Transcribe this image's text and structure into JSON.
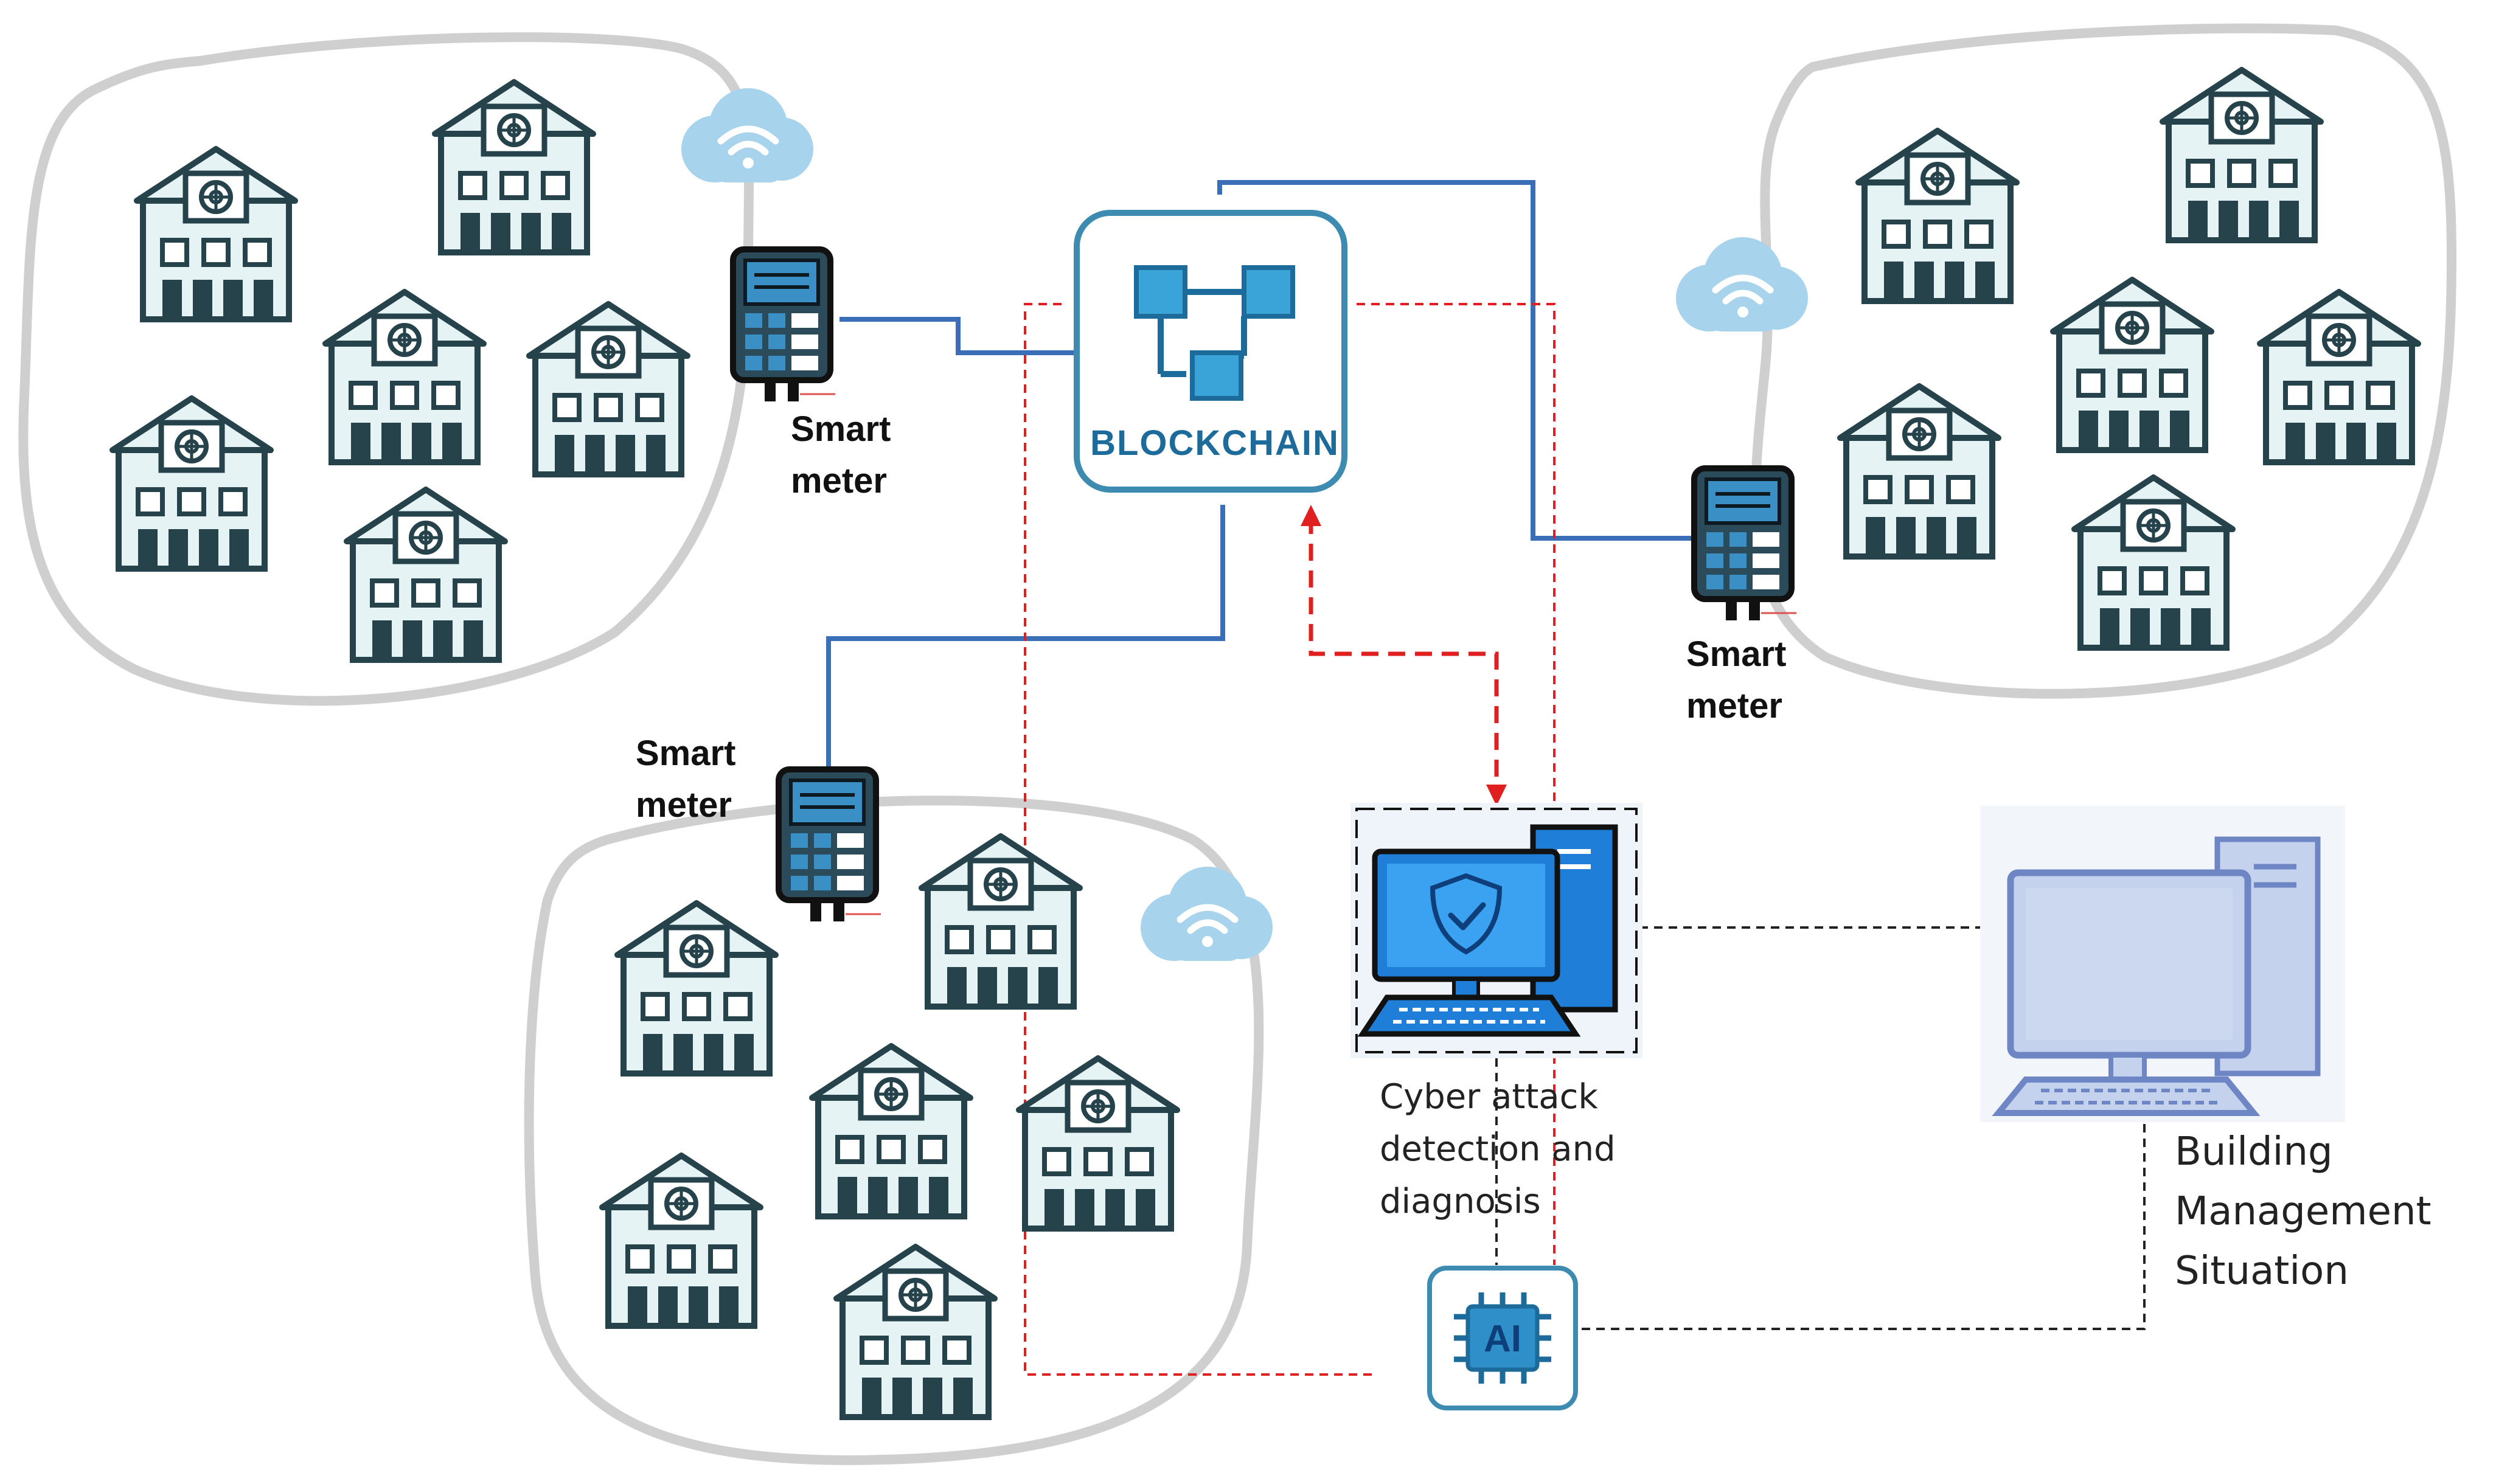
{
  "labels": {
    "blockchain": "BLOCKCHAIN",
    "smart_meter_line1": "Smart",
    "smart_meter_line2": "meter",
    "cyber_line1": "Cyber  attack",
    "cyber_line2": "detection and",
    "cyber_line3": "diagnosis",
    "bms_line1": "Building",
    "bms_line2": "Management",
    "bms_line3": "Situation",
    "ai": "AI"
  },
  "icons": {
    "building": "building-icon",
    "cloud": "wifi-cloud-icon",
    "meter": "smart-meter-icon",
    "blockchain": "blockchain-icon",
    "security_pc": "security-computer-icon",
    "bms_pc": "desktop-computer-icon",
    "ai_chip": "ai-chip-icon"
  },
  "colors": {
    "network_line": "#3a6fb8",
    "attack_line": "#e02020",
    "region_outline": "#cfcfcf",
    "building_fill": "#e6f3f5",
    "building_stroke": "#26434c",
    "cloud": "#a8d3ec",
    "blockchain_border": "#3d8bb0",
    "bms_monitor": "#6e86c4"
  }
}
